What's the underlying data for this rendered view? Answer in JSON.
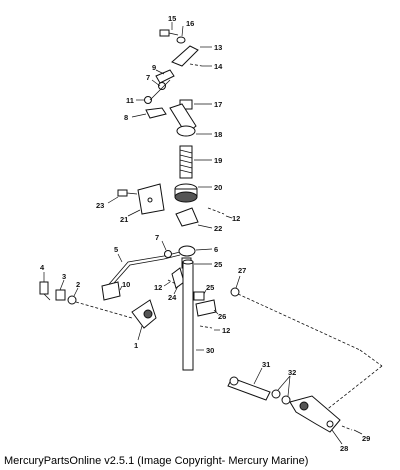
{
  "footer": {
    "text": "MercuryPartsOnline v2.5.1 (Image Copyright- Mercury Marine)"
  },
  "callouts": {
    "c1": "1",
    "c2": "2",
    "c3": "3",
    "c4": "4",
    "c5": "5",
    "c6": "6",
    "c7a": "7",
    "c7b": "7",
    "c8": "8",
    "c9": "9",
    "c10": "10",
    "c11": "11",
    "c12a": "12",
    "c12b": "12",
    "c12c": "12",
    "c13": "13",
    "c14": "14",
    "c15": "15",
    "c16": "16",
    "c17": "17",
    "c18": "18",
    "c19": "19",
    "c20": "20",
    "c21": "21",
    "c22": "22",
    "c23": "23",
    "c24": "24",
    "c25a": "25",
    "c25b": "25",
    "c26": "26",
    "c27": "27",
    "c28": "28",
    "c29": "29",
    "c30": "30",
    "c31": "31",
    "c32": "32"
  }
}
